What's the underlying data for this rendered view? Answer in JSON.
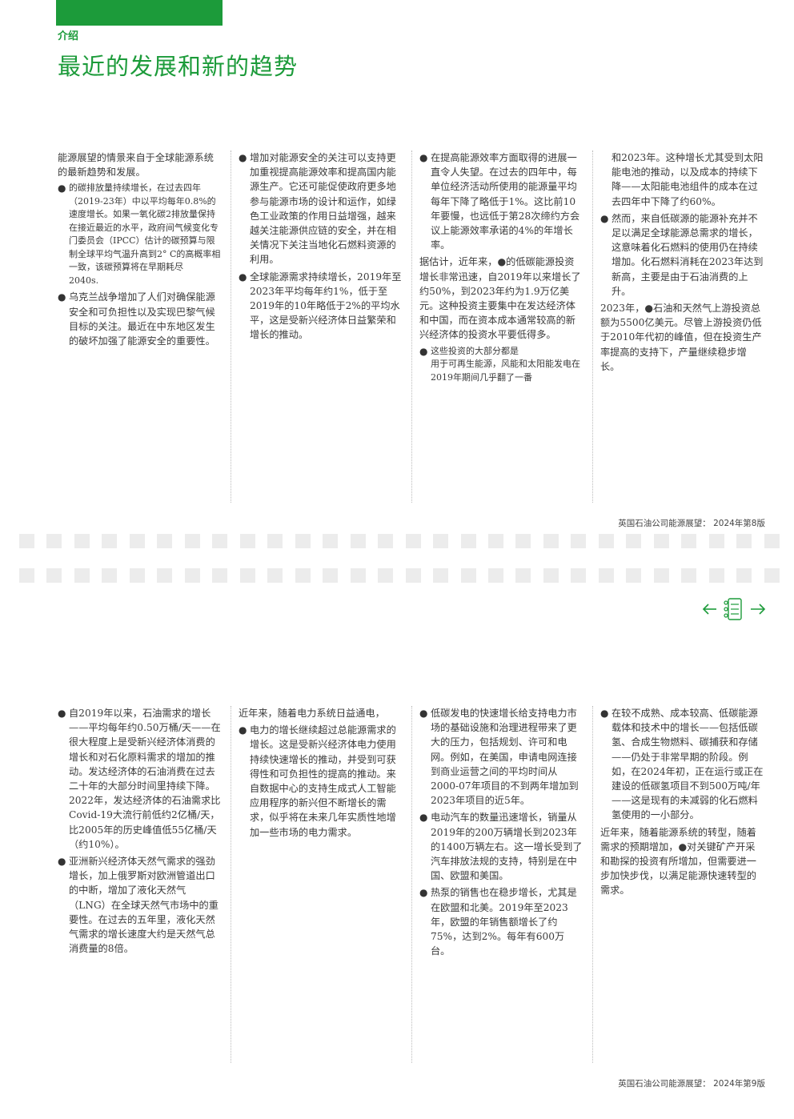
{
  "header": {
    "section_label": "介绍",
    "title": "最近的发展和新的趋势"
  },
  "page1": {
    "col1": {
      "intro": "能源展望的情景来自于全球能源系统的最新趋势和发展。",
      "b1": "的碳排放量持续增长，在过去四年（2019-23年）中以平均每年0.8%的速度增长。如果一氧化碳2排放量保持在接近最近的水平，政府间气候变化专门委员会（IPCC）估计的碳预算与限制全球平均气温升高到2° C的高概率相一致，该碳预算将在早期耗尽",
      "b1_tail": "2040s.",
      "b2": "乌克兰战争增加了人们对确保能源安全和可负担性以及实现巴黎气候目标的关注。最近在中东地区发生的破坏加强了能源安全的重要性。"
    },
    "col2": {
      "b1": "增加对能源安全的关注可以支持更加重视提高能源效率和提高国内能源生产。它还可能促使政府更多地参与能源市场的设计和运作，如绿色工业政策的作用日益增强，越来越关注能源供应链的安全，并在相关情况下关注当地化石燃料资源的利用。",
      "b2": "全球能源需求持续增长，2019年至2023年平均每年约1%，低于至2019年的10年略低于2%的平均水平，这是受新兴经济体日益繁荣和增长的推动。"
    },
    "col3": {
      "b1": "在提高能源效率方面取得的进展一直令人失望。在过去的四年中，每单位经济活动所使用的能源量平均每年下降了略低于1%。这比前10年要慢，也远低于第28次缔约方会议上能源效率承诺的4%的年增长率。",
      "p1": "据估计，近年来，●的低碳能源投资增长非常迅速，自2019年以来增长了约50%，到2023年约为1.9万亿美元。这种投资主要集中在发达经济体和中国，而在资本成本通常较高的新兴经济体的投资水平要低得多。",
      "b2": "这些投资的大部分都是",
      "b2_cont": "用于可再生能源，风能和太阳能发电在2019年期间几乎翻了一番"
    },
    "col4": {
      "p1": "和2023年。这种增长尤其受到太阳能电池的推动，以及成本的持续下降——太阳能电池组件的成本在过去四年中下降了约60%。",
      "b1": "然而，来自低碳源的能源补充并不足以满足全球能源总需求的增长，这意味着化石燃料的使用仍在持续增加。化石燃料消耗在2023年达到新高，主要是由于石油消费的上升。",
      "p2": "2023年，●石油和天然气上游投资总额为5500亿美元。尽管上游投资仍低于2010年代初的峰值，但在投资生产率提高的支持下，产量继续稳步增长。"
    },
    "footer": "英国石油公司能源展望：  2024年第8版"
  },
  "page2": {
    "col1": {
      "b1": "自2019年以来，石油需求的增长——平均每年约0.50万桶/天——在很大程度上是受新兴经济体消费的增长和对石化原料需求的增加的推动。发达经济体的石油消费在过去二十年的大部分时间里持续下降。2022年，发达经济体的石油需求比Covid-19大流行前低约2亿桶/天，比2005年的历史峰值低55亿桶/天（约10%）。",
      "b2": "亚洲新兴经济体天然气需求的强劲增长，加上俄罗斯对欧洲管道出口的中断，增加了液化天然气（LNG）在全球天然气市场中的重要性。在过去的五年里，液化天然气需求的增长速度大约是天然气总消费量的8倍。"
    },
    "col2": {
      "p1": "近年来，随着电力系统日益通电，",
      "b1": "电力的增长继续超过总能源需求的增长。这是受新兴经济体电力使用持续快速增长的推动，并受到可获得性和可负担性的提高的推动。来自数据中心的支持生成式人工智能应用程序的新兴但不断增长的需求，似乎将在未来几年实质性地增加一些市场的电力需求。"
    },
    "col3": {
      "b1": "低碳发电的快速增长给支持电力市场的基础设施和治理进程带来了更大的压力，包括规划、许可和电网。例如，在美国，申请电网连接到商业运营之间的平均时间从2000-07年项目的不到两年增加到2023年项目的近5年。",
      "b2": "电动汽车的数量迅速增长，销量从2019年的200万辆增长到2023年的1400万辆左右。这一增长受到了汽车排放法规的支持，特别是在中国、欧盟和美国。",
      "b3": "热泵的销售也在稳步增长，尤其是在欧盟和北美。2019年至2023年，欧盟的年销售额增长了约75%，达到2%。每年有600万台。"
    },
    "col4": {
      "b1": "在较不成熟、成本较高、低碳能源载体和技术中的增长——包括低碳氢、合成生物燃料、碳捕获和存储——仍处于非常早期的阶段。例如，在2024年初，正在运行或正在建设的低碳氢项目不到500万吨/年——这是现有的未减弱的化石燃料氢使用的一小部分。",
      "p1": "近年来，随着能源系统的转型，随着需求的预期增加，●对关键矿产开采和勘探的投资有所增加，但需要进一步加快步伐，以满足能源快速转型的需求。"
    },
    "footer": "英国石油公司能源展望：  2024年第9版"
  },
  "nav": {
    "prev_icon": "arrow-left-icon",
    "contents_icon": "contents-list-icon",
    "next_icon": "arrow-right-icon",
    "accent_color": "#1c9b3a"
  }
}
